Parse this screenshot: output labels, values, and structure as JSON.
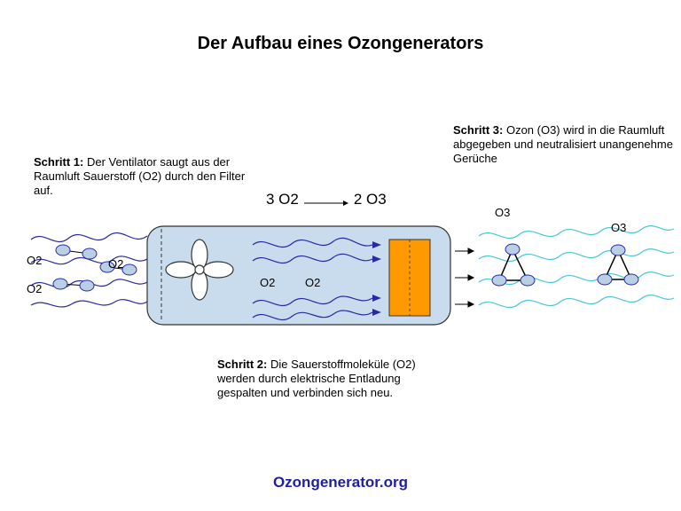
{
  "title": "Der Aufbau eines Ozongenerators",
  "step1": {
    "heading": "Schritt 1:",
    "text": " Der Ventilator saugt aus der Raumluft Sauerstoff (O2) durch den Filter auf."
  },
  "step2": {
    "heading": "Schritt 2:",
    "text": " Die Sauerstoffmoleküle (O2) werden durch elektrische Entladung gespalten und verbinden sich neu."
  },
  "step3": {
    "heading": "Schritt 3:",
    "text": " Ozon (O3) wird in die Raumluft abgegeben und neutralisiert unangenehme Gerüche"
  },
  "equation": {
    "left": "3 O2",
    "right": "2 O3"
  },
  "labels": {
    "o2_left": [
      "O2",
      "O2",
      "O2"
    ],
    "o2_inside": [
      "O2",
      "O2"
    ],
    "o3_right": [
      "O3",
      "O3"
    ]
  },
  "website": "Ozongenerator.org",
  "colors": {
    "device_fill": "#c9dcee",
    "device_stroke": "#333333",
    "o2_wave": "#2a2aa6",
    "o3_wave": "#49c9d4",
    "electrode_fill": "#ff9900",
    "molecule_fill": "#b9cfe4",
    "website": "#1f1fa3"
  }
}
